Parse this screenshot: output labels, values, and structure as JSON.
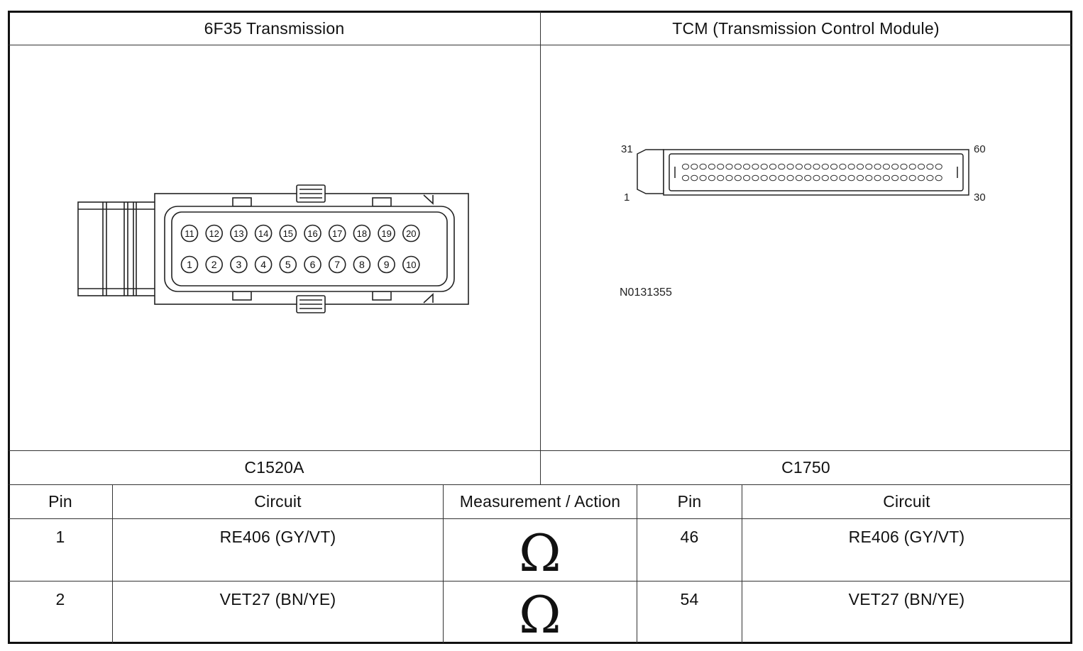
{
  "left_connector": {
    "title": "6F35 Transmission",
    "connector_id": "C1520A",
    "top_row_pins": [
      "11",
      "12",
      "13",
      "14",
      "15",
      "16",
      "17",
      "18",
      "19",
      "20"
    ],
    "bottom_row_pins": [
      "1",
      "2",
      "3",
      "4",
      "5",
      "6",
      "7",
      "8",
      "9",
      "10"
    ]
  },
  "right_connector": {
    "title": "TCM (Transmission Control Module)",
    "connector_id": "C1750",
    "corner_labels": {
      "top_left": "31",
      "bottom_left": "1",
      "top_right": "60",
      "bottom_right": "30"
    },
    "figure_ref": "N0131355"
  },
  "table": {
    "headers": [
      "Pin",
      "Circuit",
      "Measurement / Action",
      "Pin",
      "Circuit"
    ],
    "rows": [
      {
        "pin_a": "1",
        "circuit_a": "RE406 (GY/VT)",
        "action": "Ω",
        "pin_b": "46",
        "circuit_b": "RE406 (GY/VT)"
      },
      {
        "pin_a": "2",
        "circuit_a": "VET27 (BN/YE)",
        "action": "Ω",
        "pin_b": "54",
        "circuit_b": "VET27 (BN/YE)"
      }
    ]
  }
}
